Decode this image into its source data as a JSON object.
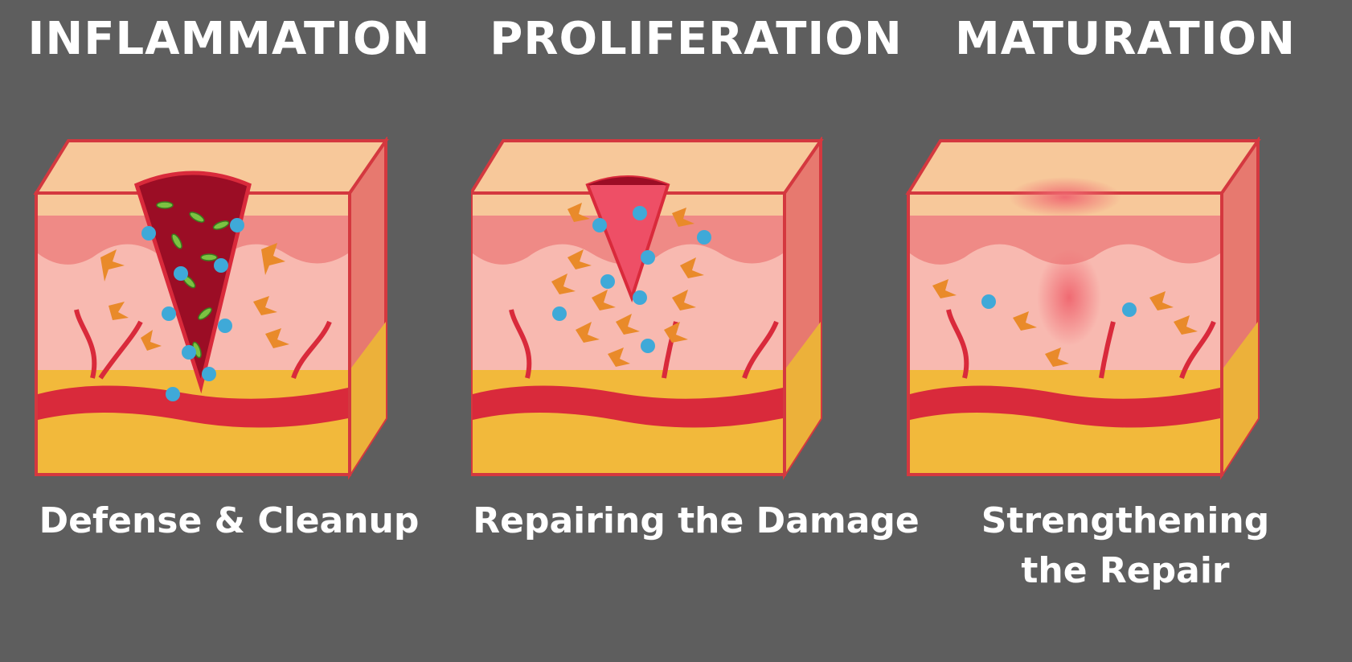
{
  "phases": [
    {
      "title": "INFLAMMATION",
      "caption": "Defense & Cleanup"
    },
    {
      "title": "PROLIFERATION",
      "caption": "Repairing the Damage"
    },
    {
      "title": "MATURATION",
      "caption_lines": [
        "Strengthening",
        "the Repair"
      ]
    }
  ],
  "colors": {
    "background": "#5e5e5e",
    "epidermis_top": "#f7c89a",
    "dermis": "#f6a8a0",
    "fat": "#f2b93b",
    "blood_vessel": "#d92a3b",
    "wound": "#9b0d25",
    "macrophage": "#3fa9d8",
    "fibroblast": "#e98a2a",
    "bacteria": "#7cc242"
  }
}
